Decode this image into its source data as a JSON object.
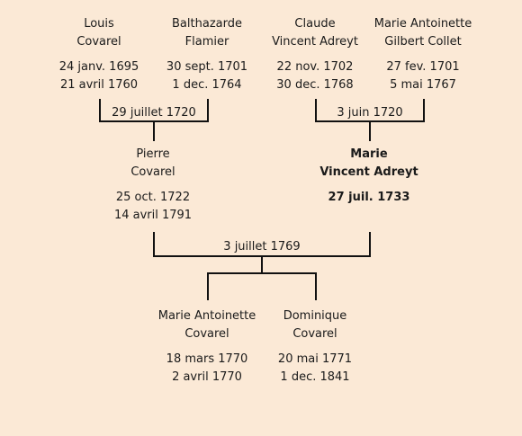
{
  "persons": {
    "louis": {
      "given": "Louis",
      "surname": "Covarel",
      "birth": "24 janv. 1695",
      "death": "21 avril 1760"
    },
    "balthazarde": {
      "given": "Balthazarde",
      "surname": "Flamier",
      "birth": "30 sept. 1701",
      "death": "1 dec. 1764"
    },
    "claude": {
      "given": "Claude",
      "surname": "Vincent Adreyt",
      "birth": "22 nov. 1702",
      "death": "30 dec. 1768"
    },
    "marie_antoinette_gc": {
      "given": "Marie Antoinette",
      "surname": "Gilbert Collet",
      "birth": "27 fev. 1701",
      "death": "5 mai 1767"
    },
    "pierre": {
      "given": "Pierre",
      "surname": "Covarel",
      "birth": "25 oct. 1722",
      "death": "14 avril 1791"
    },
    "marie": {
      "given": "Marie",
      "surname": "Vincent Adreyt",
      "birth": "27 juil. 1733",
      "death": ""
    },
    "marie_antoinette_c": {
      "given": "Marie Antoinette",
      "surname": "Covarel",
      "birth": "18 mars 1770",
      "death": "2 avril 1770"
    },
    "dominique": {
      "given": "Dominique",
      "surname": "Covarel",
      "birth": "20 mai 1771",
      "death": "1 dec. 1841"
    }
  },
  "marriages": {
    "louis_balthazarde": "29 juillet 1720",
    "claude_marie_antoinette": "3 juin 1720",
    "pierre_marie": "3 juillet 1769"
  }
}
